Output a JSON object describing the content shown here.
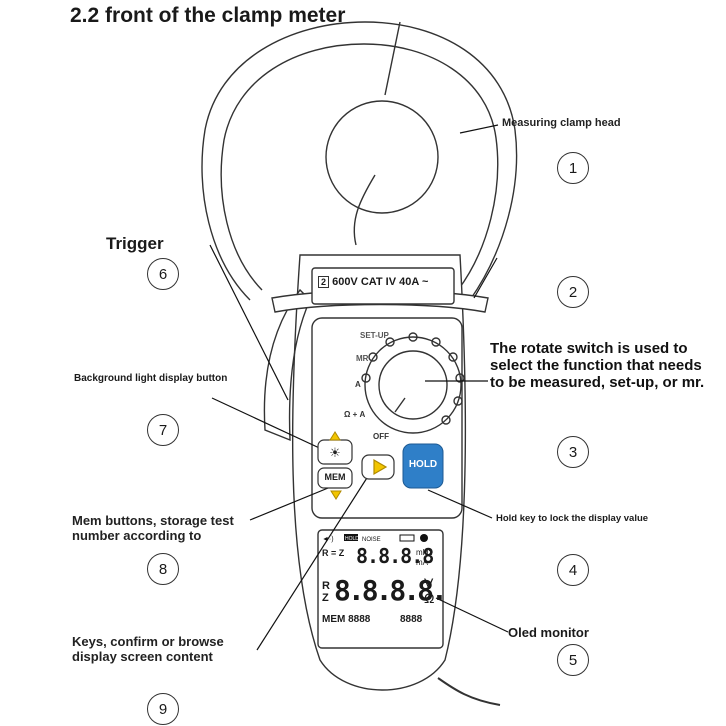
{
  "title": "2.2 front of the clamp meter",
  "labels": {
    "clamp_head": "Measuring clamp head",
    "trigger": "Trigger",
    "backlight": "Background light display button",
    "rotate_switch": "The rotate switch is used to select the function that needs to be measured, set-up, or mr.",
    "mem_buttons": "Mem buttons, storage test number according to",
    "hold_key": "Hold key to lock the display value",
    "keys_confirm": "Keys, confirm or browse display screen content",
    "oled": "Oled monitor"
  },
  "numbers": [
    "1",
    "2",
    "3",
    "4",
    "5",
    "6",
    "7",
    "8",
    "9"
  ],
  "device": {
    "rating": "600V CAT IV 40A",
    "dial": {
      "setup": "SET-UP",
      "mr": "MR",
      "a": "A",
      "ohm_a": "Ω + A",
      "off": "OFF"
    },
    "buttons": {
      "mem": "MEM",
      "hold": "HOLD"
    },
    "lcd": {
      "top_icons": "HOLD NOISE",
      "row1_prefix": "R = Z",
      "row1_digits": "8.8.8.8",
      "row1_units": "mHz mA",
      "row2_prefix": "R Z",
      "row2_digits": "8.8.8.8.",
      "row2_units": "V Ω",
      "row3_left": "MEM 8888",
      "row3_right": "8888"
    }
  },
  "colors": {
    "hold_button": "#2f7fc8",
    "arrow_yellow": "#f2c500",
    "line": "#222222"
  }
}
